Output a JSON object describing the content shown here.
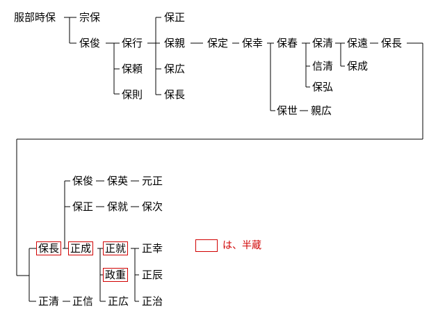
{
  "names": {
    "hattori_tokiyasu": "服部時保",
    "munayasu": "宗保",
    "yasutoshi_1": "保俊",
    "yasuyuki": "保行",
    "yasuyori": "保頼",
    "yasunori": "保則",
    "yasumasa_1": "保正",
    "yasuchika": "保親",
    "yasuhiro_1": "保広",
    "yasunaga_1": "保長",
    "yasusada": "保定",
    "yasuyuki_2": "保幸",
    "yasuharu": "保春",
    "yasuyo": "保世",
    "chikahiro": "親広",
    "yasukiyo": "保清",
    "nobukiyo": "信清",
    "yasuhiro_2": "保弘",
    "yasutoo": "保遠",
    "yasunari": "保成",
    "yasunaga_top": "保長",
    "yasunaga": "保長",
    "masanari": "正成",
    "masanari_2": "正就",
    "masashige": "政重",
    "masayuki": "正幸",
    "masatatsu": "正辰",
    "masaharu": "正治",
    "masakiyo": "正清",
    "masanobu": "正信",
    "masahiro": "正広",
    "yasutoshi_2": "保俊",
    "yasuhide": "保英",
    "motomasa": "元正",
    "yasumasa_2": "保正",
    "yasunari_2": "保就",
    "yasutsugu": "保次"
  },
  "legend": {
    "text": "は、半蔵",
    "box_color": "#d00000"
  },
  "colors": {
    "line": "#000000",
    "hanzo": "#d00000"
  }
}
